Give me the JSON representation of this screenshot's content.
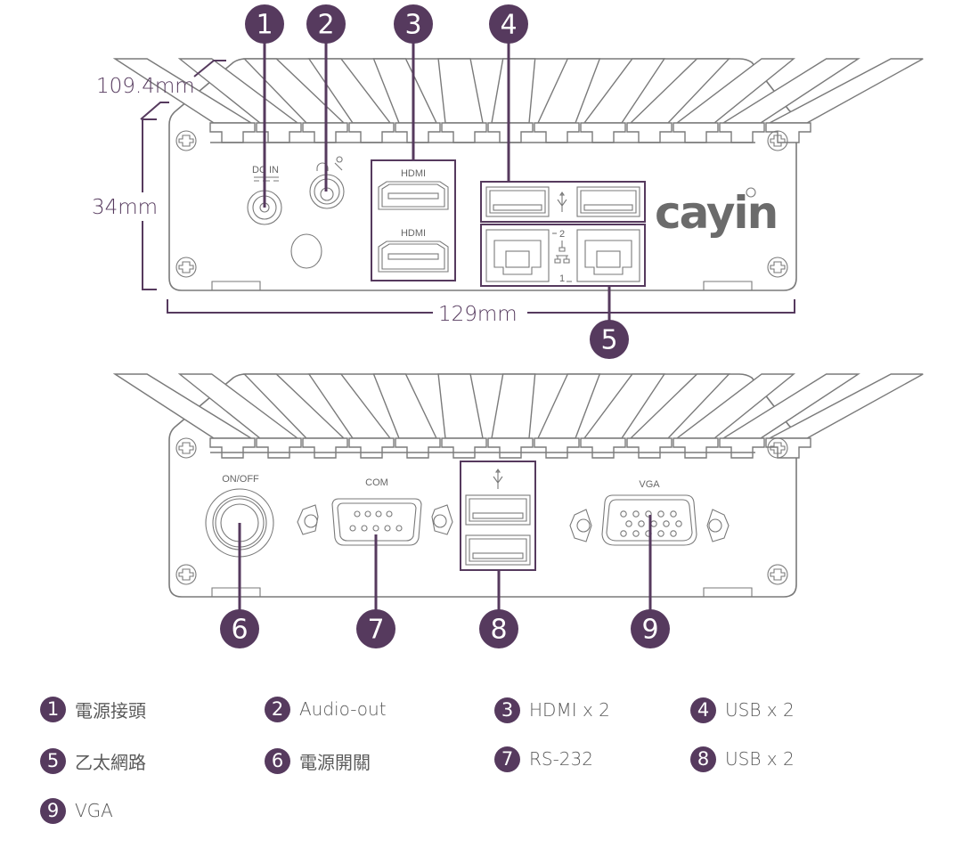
{
  "colors": {
    "accent": "#563a5e",
    "device_stroke": "#7a7a7a",
    "text_gray": "#5a5a5a",
    "logo_gray": "#6b6b6b"
  },
  "dimensions": {
    "depth": "109.4mm",
    "height": "34mm",
    "width": "129mm"
  },
  "front_panel": {
    "labels": {
      "dc_in": "DC IN",
      "hdmi_top": "HDMI",
      "hdmi_bottom": "HDMI",
      "lan_port_2": "2",
      "lan_port_1": "1"
    },
    "icons": [
      "headphone-icon",
      "microphone-icon",
      "usb-icon",
      "network-icon"
    ],
    "logo": "cayin"
  },
  "rear_panel": {
    "labels": {
      "power_switch": "ON/OFF",
      "com": "COM",
      "vga": "VGA"
    },
    "icons": [
      "usb-icon"
    ]
  },
  "callouts": [
    {
      "num": "1",
      "target": "dc-in-jack"
    },
    {
      "num": "2",
      "target": "audio-jack"
    },
    {
      "num": "3",
      "target": "hdmi-ports"
    },
    {
      "num": "4",
      "target": "usb-ports-front"
    },
    {
      "num": "5",
      "target": "ethernet-ports"
    },
    {
      "num": "6",
      "target": "power-button"
    },
    {
      "num": "7",
      "target": "com-port"
    },
    {
      "num": "8",
      "target": "usb-ports-rear"
    },
    {
      "num": "9",
      "target": "vga-port"
    }
  ],
  "legend": [
    {
      "num": "1",
      "label": "電源接頭"
    },
    {
      "num": "2",
      "label": "Audio-out"
    },
    {
      "num": "3",
      "label": "HDMI x 2"
    },
    {
      "num": "4",
      "label": "USB x 2"
    },
    {
      "num": "5",
      "label": "乙太網路"
    },
    {
      "num": "6",
      "label": "電源開關"
    },
    {
      "num": "7",
      "label": "RS-232"
    },
    {
      "num": "8",
      "label": "USB x 2"
    },
    {
      "num": "9",
      "label": "VGA"
    }
  ]
}
